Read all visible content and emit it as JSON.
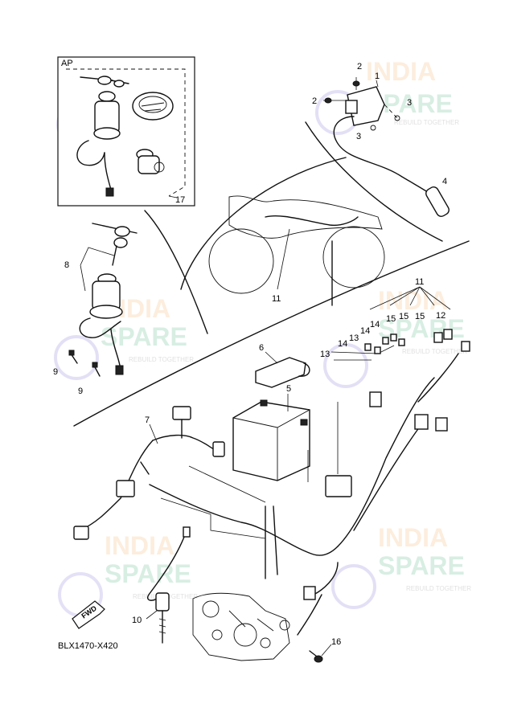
{
  "diagram": {
    "inset_label": "AP",
    "code": "BLX1470-X420",
    "fwd_label": "FWD",
    "callouts": {
      "c1": "1",
      "c2a": "2",
      "c2b": "2",
      "c3a": "3",
      "c3b": "3",
      "c4": "4",
      "c5": "5",
      "c6": "6",
      "c7": "7",
      "c8": "8",
      "c9a": "9",
      "c9b": "9",
      "c10": "10",
      "c11a": "11",
      "c11b": "11",
      "c12": "12",
      "c13a": "13",
      "c13b": "13",
      "c14a": "14",
      "c14b": "14",
      "c14c": "14",
      "c15a": "15",
      "c15b": "15",
      "c15c": "15",
      "c16": "16",
      "c17": "17"
    },
    "watermark": {
      "line1": "INDIA",
      "line2": "SPARE",
      "tagline": "REBUILD TOGETHER",
      "color_primary": "#f0a04b",
      "color_secondary": "#2fa36b",
      "color_icon": "#6a5acd"
    }
  }
}
